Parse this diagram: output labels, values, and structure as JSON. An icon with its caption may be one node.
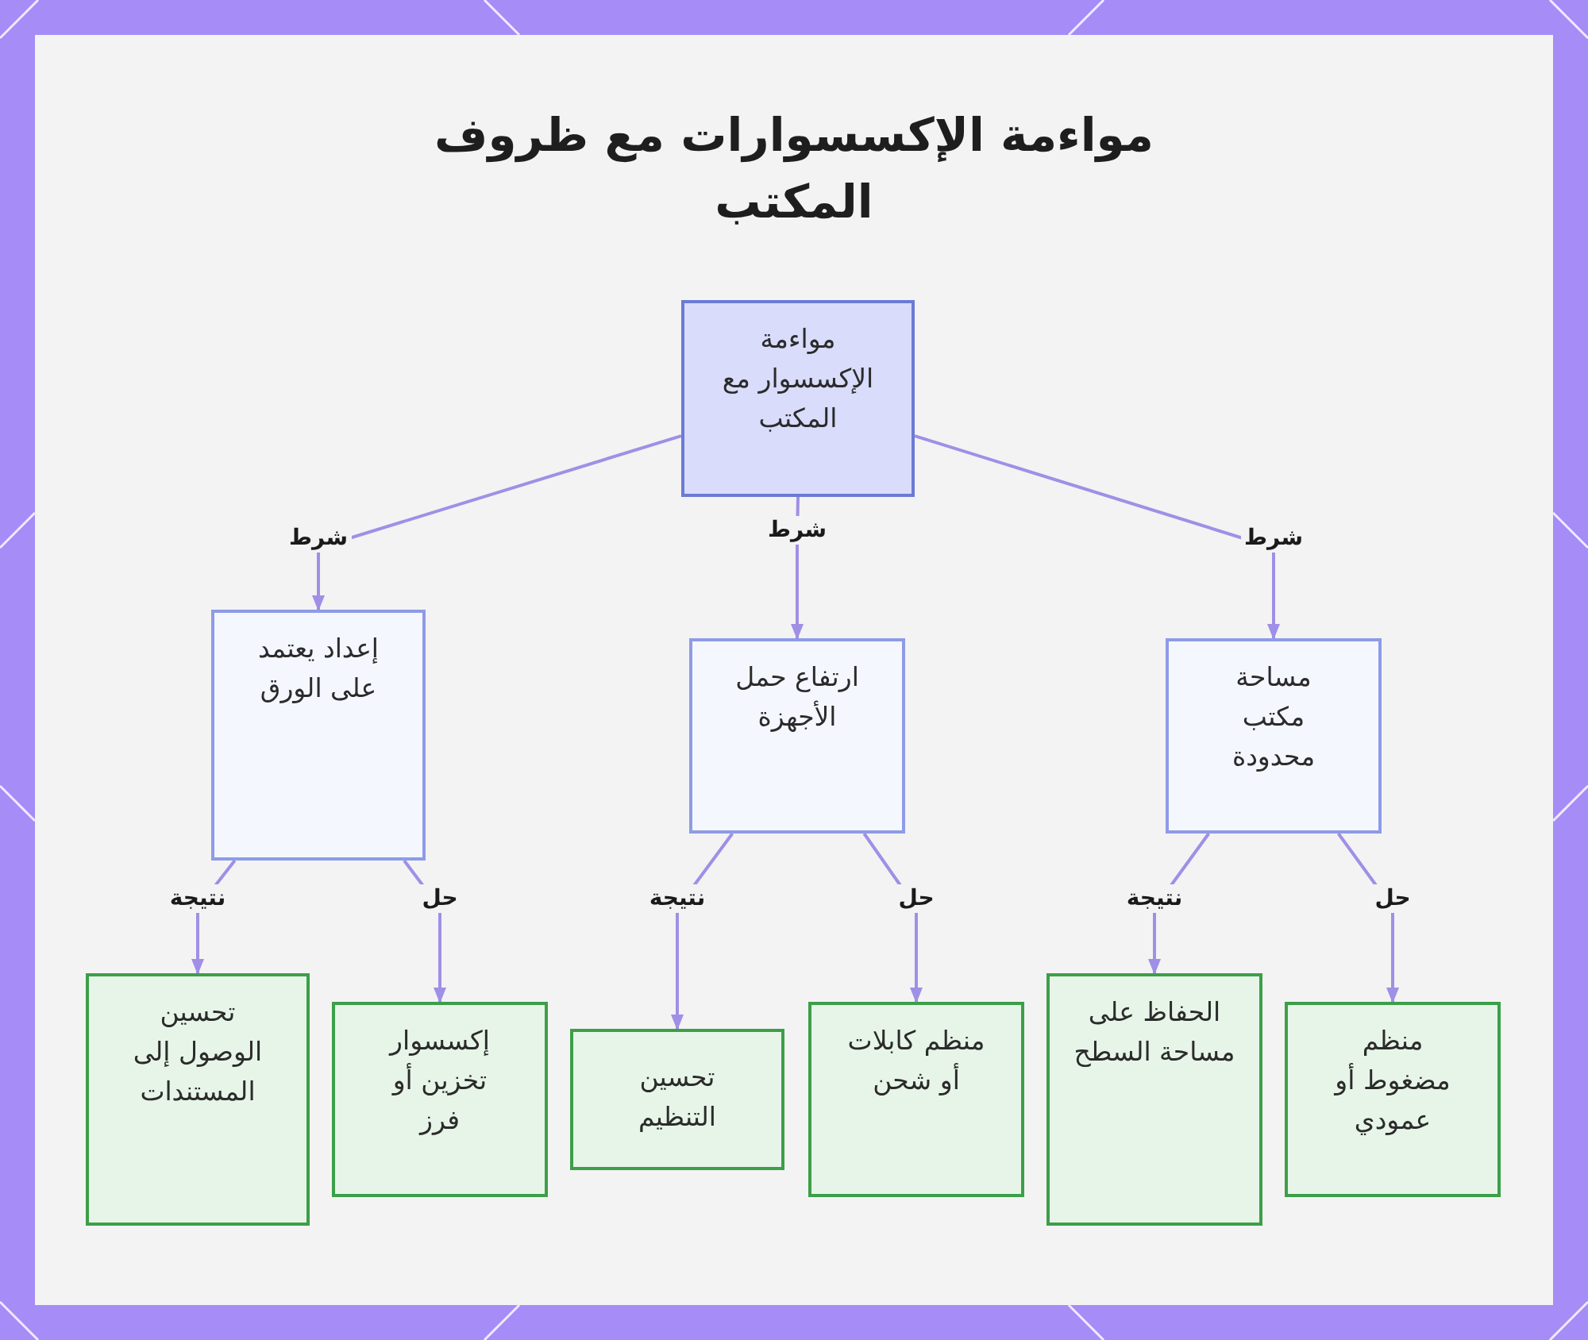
{
  "diagram": {
    "title": "مواءمة الإكسسوارات مع ظروف المكتب",
    "nodes": [
      {
        "text": [
          "مواءمة الإكسسوار مع المكتب"
        ]
      },
      {
        "text": [
          "مساحة مكتب محدودة"
        ]
      },
      {
        "text": [
          "ارتفاع حمل الأجهزة"
        ]
      },
      {
        "text": [
          "إعداد يعتمد على الورق"
        ]
      },
      {
        "text": [
          "منظم مضغوط أو عمودي"
        ]
      },
      {
        "text": [
          "الحفاظ على مساحة السطح"
        ]
      },
      {
        "text": [
          "منظم كابلات أو شحن"
        ]
      },
      {
        "text": [
          "تحسين التنظيم"
        ]
      },
      {
        "text": [
          "إكسسوار تخزين أو فرز"
        ]
      },
      {
        "text": [
          "تحسين الوصول إلى المستندات"
        ]
      }
    ],
    "edges": [
      {
        "from": 0,
        "to": 1,
        "label": "شرط",
        "arrow": "to"
      },
      {
        "from": 0,
        "to": 2,
        "label": "شرط",
        "arrow": "to"
      },
      {
        "from": 0,
        "to": 3,
        "label": "شرط",
        "arrow": "to"
      },
      {
        "from": 1,
        "to": 4,
        "label": "حل",
        "arrow": "to"
      },
      {
        "from": 1,
        "to": 5,
        "label": "نتيجة",
        "arrow": "to"
      },
      {
        "from": 2,
        "to": 6,
        "label": "حل",
        "arrow": "to"
      },
      {
        "from": 2,
        "to": 7,
        "label": "نتيجة",
        "arrow": "to"
      },
      {
        "from": 3,
        "to": 8,
        "label": "حل",
        "arrow": "to"
      },
      {
        "from": 3,
        "to": 9,
        "label": "نتيجة",
        "arrow": "to"
      }
    ]
  }
}
